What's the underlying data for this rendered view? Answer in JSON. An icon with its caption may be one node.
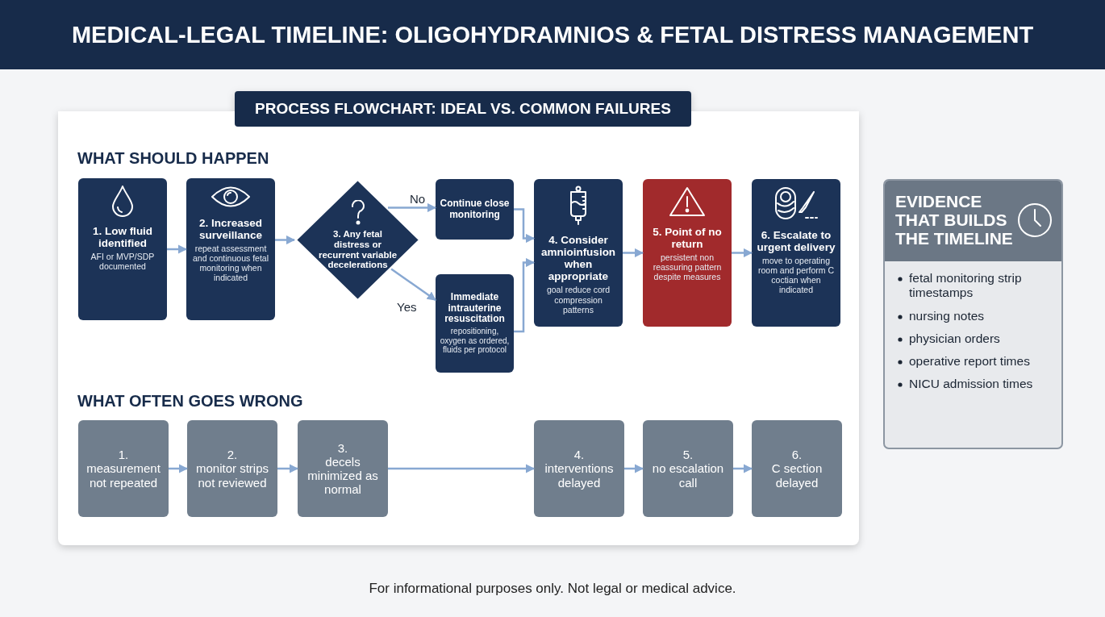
{
  "diagram": {
    "title": "MEDICAL-LEGAL TIMELINE: OLIGOHYDRAMNIOS & FETAL DISTRESS MANAGEMENT",
    "nodes": [
      {
        "text": [
          "PROCESS FLOWCHART: IDEAL VS. COMMON FAILURES"
        ]
      },
      {
        "text": [
          "1. Low fluid identified",
          "AFI or MVP/SDP documented"
        ],
        "in": 0
      },
      {
        "text": [
          "2. Increased surveillance",
          "repeat assessment and continuous fetal monitoring when indicated"
        ],
        "in": 0
      },
      {
        "text": [
          "3. Any fetal distress or recurrent variable decelerations"
        ],
        "in": 0
      },
      {
        "text": [
          "Continue close monitoring"
        ],
        "in": 0
      },
      {
        "text": [
          "Immediate intrauterine resuscitation",
          "repositioning, oxygen as ordered, fluids per protocol"
        ],
        "in": 0
      },
      {
        "text": [
          "4. Consider amnioinfusion when appropriate",
          "goal reduce cord compression patterns"
        ],
        "in": 0
      },
      {
        "text": [
          "5. Point of no return",
          "persistent non reassuring pattern despite measures"
        ],
        "in": 0
      },
      {
        "text": [
          "6. Escalate to urgent delivery",
          "move to operating room and perform C coctian when indicated"
        ],
        "in": 0
      },
      {
        "text": [
          "1.",
          "measurement not repeated"
        ],
        "in": 0
      },
      {
        "text": [
          "2.",
          "monitor strips not reviewed"
        ],
        "in": 0
      },
      {
        "text": [
          "3.",
          "decels minimized as normal"
        ],
        "in": 0
      },
      {
        "text": [
          "4.",
          "interventions delayed"
        ],
        "in": 0
      },
      {
        "text": [
          "5.",
          "no escalation call"
        ],
        "in": 0
      },
      {
        "text": [
          "6.",
          "C section delayed"
        ],
        "in": 0
      },
      {
        "text": [
          "EVIDENCE THAT BUILDS THE TIMELINE",
          "fetal monitoring strip timestamps",
          "nursing notes",
          "physician orders",
          "operative report times",
          "NICU admission times"
        ]
      }
    ],
    "edges": [
      {
        "from": 1,
        "to": 2,
        "arrow": "to"
      },
      {
        "from": 2,
        "to": 3,
        "arrow": "to"
      },
      {
        "from": 3,
        "to": 4,
        "arrow": "to",
        "label": "No"
      },
      {
        "from": 3,
        "to": 5,
        "arrow": "to",
        "label": "Yes"
      },
      {
        "from": 4,
        "to": 6,
        "arrow": "to"
      },
      {
        "from": 5,
        "to": 6,
        "arrow": "to"
      },
      {
        "from": 6,
        "to": 7,
        "arrow": "to"
      },
      {
        "from": 7,
        "to": 8,
        "arrow": "to"
      },
      {
        "from": 9,
        "to": 10,
        "arrow": "to"
      },
      {
        "from": 10,
        "to": 11,
        "arrow": "to"
      },
      {
        "from": 11,
        "to": 12,
        "arrow": "to"
      },
      {
        "from": 12,
        "to": 13,
        "arrow": "to"
      },
      {
        "from": 13,
        "to": 14,
        "arrow": "to"
      }
    ],
    "labels": [
      "WHAT SHOULD HAPPEN",
      "WHAT OFTEN GOES WRONG",
      "For informational purposes only. Not legal or medical advice."
    ]
  }
}
